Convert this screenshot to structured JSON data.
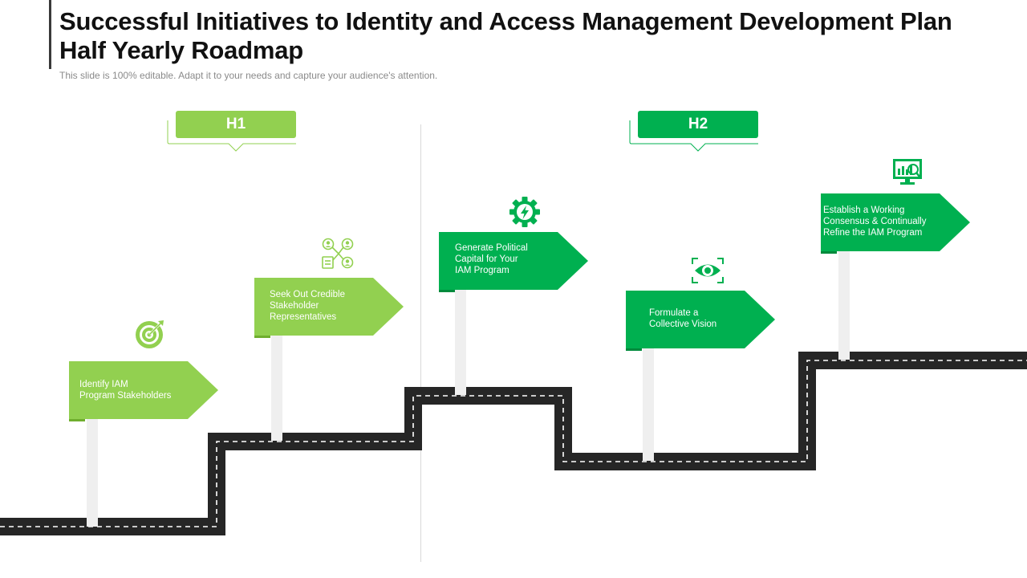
{
  "header": {
    "title": "Successful Initiatives to Identity and Access Management Development Plan Half Yearly Roadmap",
    "subtitle": "This slide is 100% editable. Adapt it to your needs and capture your audience's attention."
  },
  "halves": [
    {
      "label": "H1",
      "color": "#92d050"
    },
    {
      "label": "H2",
      "color": "#00b050"
    }
  ],
  "steps": [
    {
      "line1": "Identify IAM",
      "line2": "Program Stakeholders",
      "line3": "",
      "color": "#92d050",
      "icon": "target-icon"
    },
    {
      "line1": "Seek Out Credible",
      "line2": "Stakeholder",
      "line3": "Representatives",
      "color": "#92d050",
      "icon": "stakeholder-network-icon"
    },
    {
      "line1": "Generate Political",
      "line2": "Capital for Your",
      "line3": "IAM  Program",
      "color": "#00b050",
      "icon": "gear-lightning-icon"
    },
    {
      "line1": "Formulate a",
      "line2": "Collective Vision",
      "line3": "",
      "color": "#00b050",
      "icon": "eye-scan-icon"
    },
    {
      "line1": "Establish a Working",
      "line2": "Consensus & Continually",
      "line3": "Refine the IAM  Program",
      "color": "#00b050",
      "icon": "analytics-monitor-icon"
    }
  ]
}
